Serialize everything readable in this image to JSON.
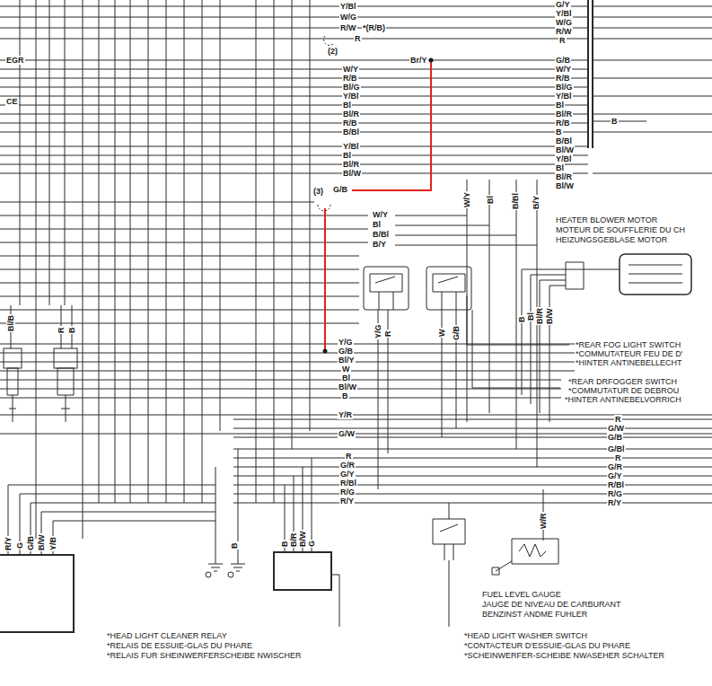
{
  "diagram": {
    "nodes": [
      {
        "text": [
          "HEATER BLOWER MOTOR",
          "MOTEUR DE SOUFFLERIE DU CH",
          "HEIZUNGSGEBLASE MOTOR"
        ]
      },
      {
        "text": [
          "FUEL LEVEL GAUGE",
          "JAUGE DE NIVEAU DE CARBURANT",
          "BENZINST ANDME FUHLER"
        ]
      }
    ],
    "labels": [
      "Y/Bl",
      "W/G",
      "R/W",
      "*(R/B)",
      "R",
      "(2)",
      "Br/Y",
      "EGR",
      "CE",
      "W/Y",
      "R/B",
      "Bl/G",
      "Y/Bl",
      "Bl",
      "Bl/R",
      "R/B",
      "B/Bl",
      "Y/Bl",
      "Bl",
      "Bl/R",
      "Bl/W",
      "(3)",
      "G/B",
      "W/Y",
      "Bl",
      "B/Bl",
      "B/Y",
      "G/Y",
      "Y/Bl",
      "W/G",
      "R/W",
      "R",
      "G/B",
      "W/Y",
      "R/B",
      "Bl/G",
      "Y/Bl",
      "Bl",
      "Bl/R",
      "R/B",
      "B",
      "B/Bl",
      "Bl/W",
      "Y/Bl",
      "Bl",
      "Bl/R",
      "Bl/W",
      "B",
      "W/Y",
      "Bl",
      "B/Bl",
      "B/Y",
      "B",
      "Bl",
      "Bl/R",
      "B/W",
      "Y/G",
      "R",
      "W",
      "G/B",
      "*REAR FOG LIGHT SWITCH",
      "*COMMUTATEUR FEU DE D'",
      "*HINTER ANTINEBELLECHT",
      "*REAR DRFOGGER SWITCH",
      "*COMMUTATUR DE DEBROU",
      "*HINTER ANTINEBELVORRICH",
      "Y/G",
      "G/B",
      "Bl/Y",
      "W",
      "Bl",
      "Bl/W",
      "B",
      "Y/R",
      "G/W",
      "R",
      "G/W",
      "G/B",
      "G/Bl",
      "R",
      "G/R",
      "G/Y",
      "R/Bl",
      "R/G",
      "R/Y",
      "R",
      "G/R",
      "G/Y",
      "R/Bl",
      "R/G",
      "R/Y",
      "Bl/B",
      "R",
      "B",
      "R/Y",
      "G",
      "G/B",
      "B/W",
      "Y/B",
      "B",
      "B",
      "B/R",
      "B/W",
      "G",
      "W/R",
      "*HEAD LIGHT CLEANER RELAY",
      "*RELAIS DE ESSUIE-GLAS DU PHARE",
      "*RELAIS FUR SHEINWERFERSCHEIBE NWISCHER",
      "*HEAD LIGHT WASHER SWITCH",
      "*CONTACTEUR D'ESSUIE-GLAS DU PHARE",
      "*SCHEINWERFER-SCHEIBE NWASEHER SCHALTER"
    ]
  }
}
